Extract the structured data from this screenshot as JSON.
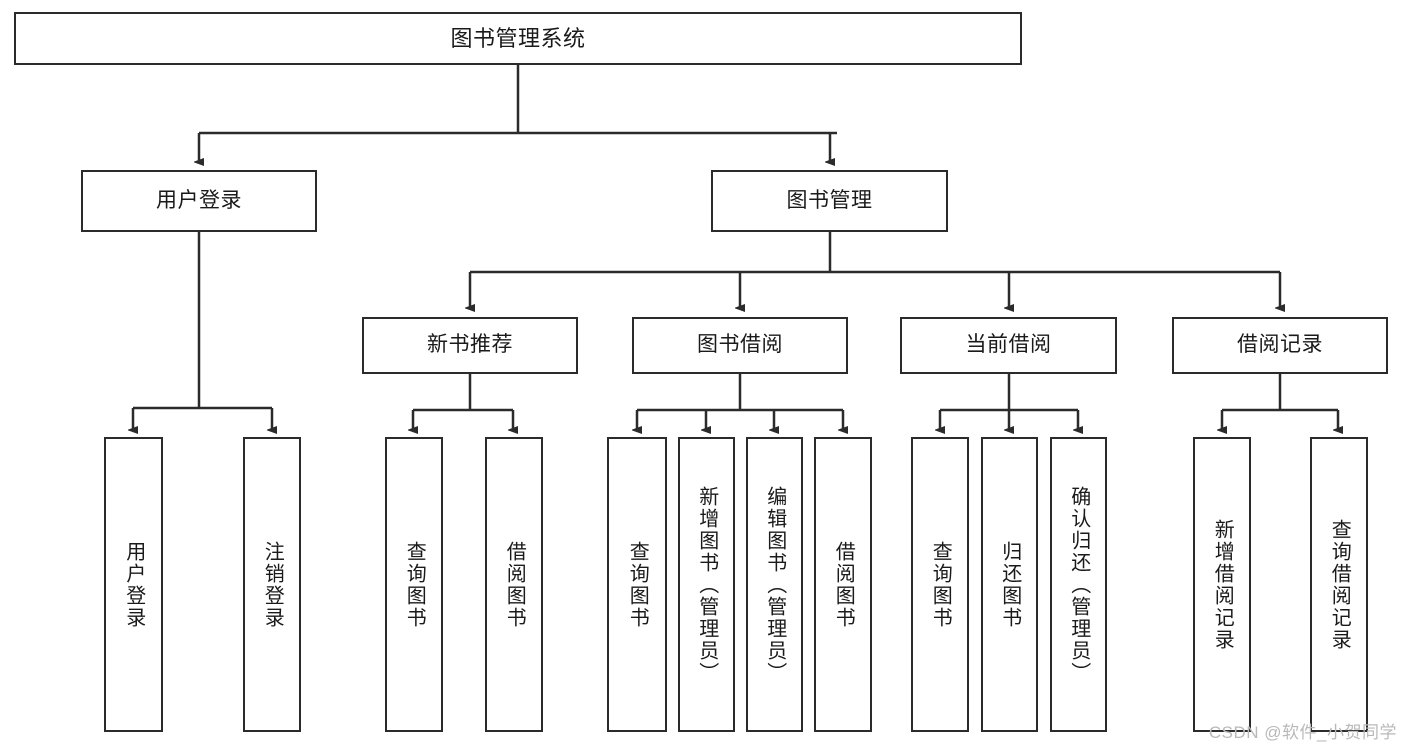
{
  "diagram": {
    "title": "图书管理系统",
    "type": "tree-hierarchy-diagram",
    "watermark": "CSDN @软件_小贺同学",
    "colors": {
      "box_border": "#2b2b2b",
      "box_fill": "#ffffff",
      "edge": "#2b2b2b",
      "text": "#1a1a1a",
      "watermark": "#b9b9b9",
      "background": "#ffffff"
    },
    "nodes": {
      "root": {
        "label": "图书管理系统"
      },
      "level2": [
        {
          "id": "user-login",
          "label": "用户登录"
        },
        {
          "id": "book-management",
          "label": "图书管理"
        }
      ],
      "level3": [
        {
          "id": "new-book-recommend",
          "label": "新书推荐"
        },
        {
          "id": "book-borrow",
          "label": "图书借阅"
        },
        {
          "id": "current-borrow",
          "label": "当前借阅"
        },
        {
          "id": "borrow-record",
          "label": "借阅记录"
        }
      ],
      "leaves": {
        "user_login": [
          {
            "id": "leaf-user-login",
            "label": "用户登录"
          },
          {
            "id": "leaf-logout-login",
            "label": "注销登录"
          }
        ],
        "new_book_recommend": [
          {
            "id": "leaf-query-book-1",
            "label": "查询图书"
          },
          {
            "id": "leaf-borrow-book-1",
            "label": "借阅图书"
          }
        ],
        "book_borrow": [
          {
            "id": "leaf-query-book-2",
            "label": "查询图书"
          },
          {
            "id": "leaf-add-book",
            "label": "新增图书（管理员）"
          },
          {
            "id": "leaf-edit-book",
            "label": "编辑图书（管理员）"
          },
          {
            "id": "leaf-borrow-book-2",
            "label": "借阅图书"
          }
        ],
        "current_borrow": [
          {
            "id": "leaf-query-book-3",
            "label": "查询图书"
          },
          {
            "id": "leaf-return-book",
            "label": "归还图书"
          },
          {
            "id": "leaf-confirm-return",
            "label": "确认归还（管理员）"
          }
        ],
        "borrow_record": [
          {
            "id": "leaf-add-record",
            "label": "新增借阅记录"
          },
          {
            "id": "leaf-query-record",
            "label": "查询借阅记录"
          }
        ]
      }
    }
  }
}
